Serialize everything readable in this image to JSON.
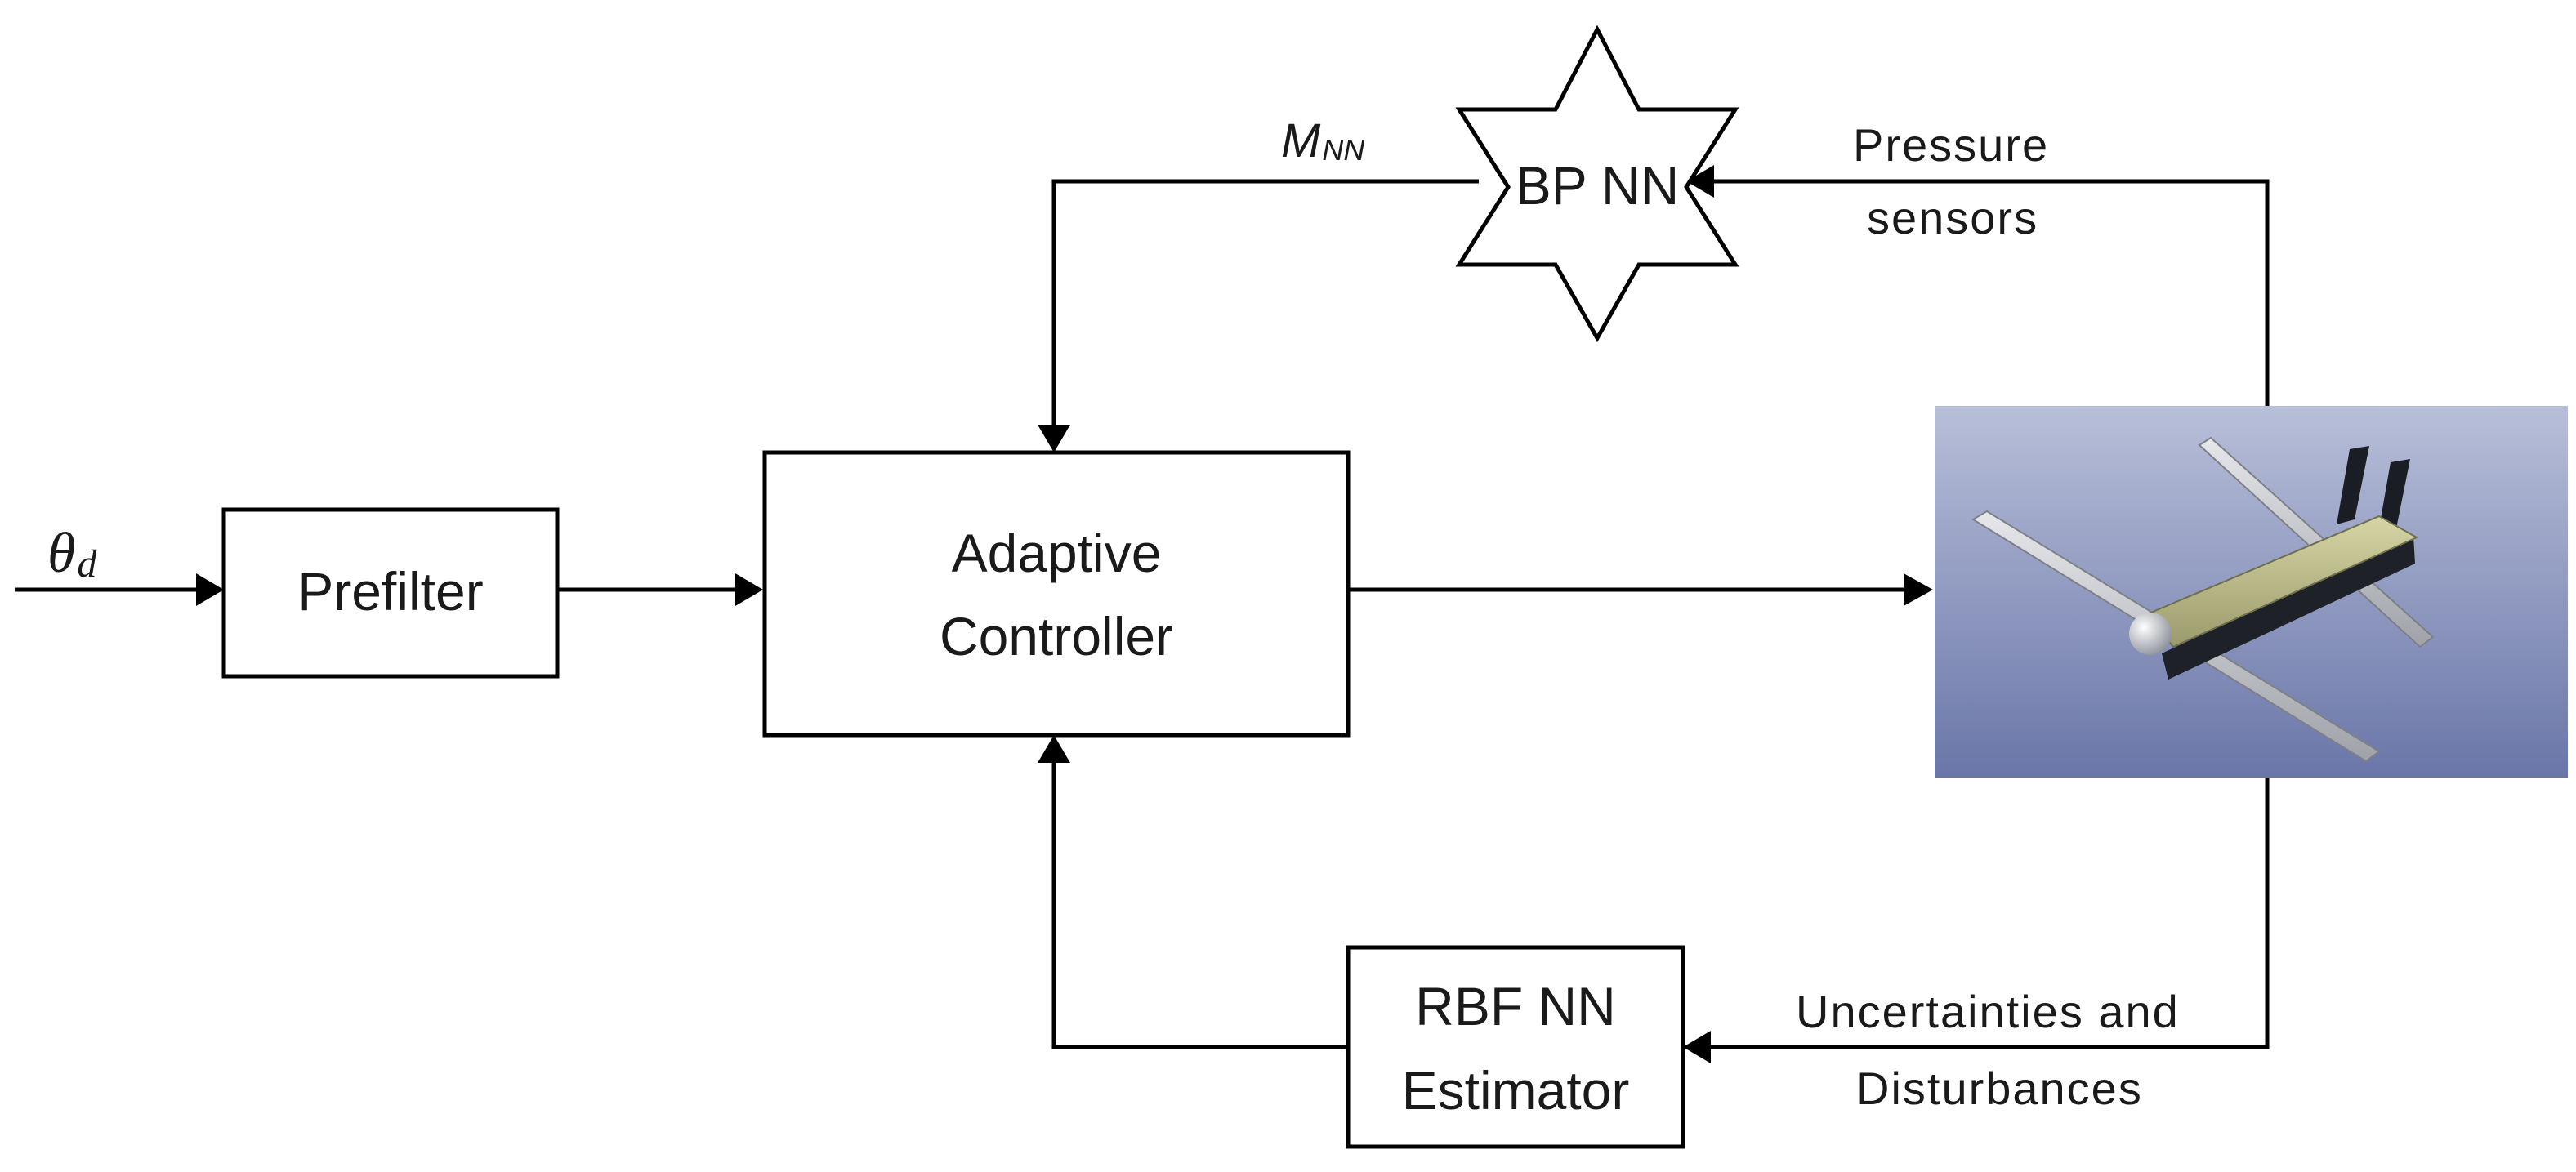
{
  "blocks": {
    "prefilter": "Prefilter",
    "controller": {
      "line1": "Adaptive",
      "line2": "Controller"
    },
    "bp_nn": "BP NN",
    "rbf": {
      "line1": "RBF NN",
      "line2": "Estimator"
    }
  },
  "signals": {
    "input_symbol": "θ",
    "input_subscript": "d",
    "mnn_main": "M",
    "mnn_sub": "NN",
    "pressure": {
      "line1": "Pressure",
      "line2": "sensors"
    },
    "uncertainty": {
      "line1": "Uncertainties and",
      "line2": "Disturbances"
    }
  },
  "colors": {
    "stroke": "#000000",
    "plant_bg_top": "#b4bbd6",
    "plant_bg_bottom": "#6f7bab",
    "wing": "#c9cbcf",
    "body": "#b9b98a"
  },
  "plant": {
    "image": "aircraft-model"
  }
}
